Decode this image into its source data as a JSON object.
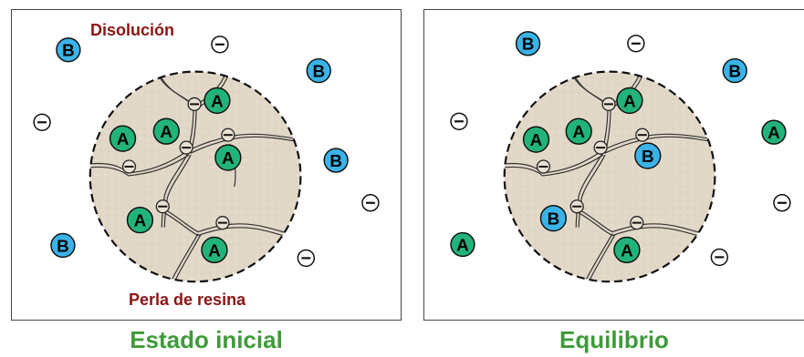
{
  "colors": {
    "label_red": "#8B1414",
    "caption_green": "#3f9a3a",
    "ion_a": "#22b37a",
    "ion_b": "#3ab3e8",
    "bead_fill": "#e2d8c8",
    "outline": "#111111"
  },
  "labels": {
    "solution": "Disolución",
    "bead": "Perla de resina"
  },
  "captions": {
    "initial": "Estado inicial",
    "equilibrium": "Equilibrio"
  },
  "ion_text": {
    "a": "A",
    "b": "B",
    "anion": "−"
  },
  "icons": [
    "ion-a-icon",
    "ion-b-icon",
    "anion-icon",
    "fixed-charge-icon"
  ]
}
